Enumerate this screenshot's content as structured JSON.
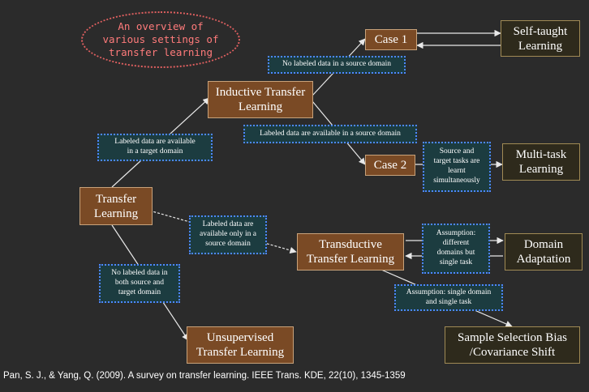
{
  "title": "An overview of\nvarious settings of\ntransfer learning",
  "nodes": {
    "transfer_learning": "Transfer\nLearning",
    "inductive": "Inductive Transfer\nLearning",
    "transductive": "Transductive\nTransfer Learning",
    "unsupervised": "Unsupervised\nTransfer Learning",
    "case1": "Case 1",
    "case2": "Case 2",
    "self_taught": "Self-taught\nLearning",
    "multi_task": "Multi-task\nLearning",
    "domain_adaptation": "Domain\nAdaptation",
    "sample_selection": "Sample Selection Bias\n/Covariance Shift"
  },
  "conditions": {
    "labeled_target": "Labeled data are available\nin a target domain",
    "no_labeled_source": "No labeled data in a source domain",
    "labeled_source": "Labeled data are available in a source domain",
    "source_target_tasks": "Source and\ntarget tasks are\nlearnt\nsimultaneously",
    "labeled_only_source": "Labeled data are\navailable only in a\nsource domain",
    "different_domains": "Assumption:\ndifferent\ndomains but\nsingle task",
    "single_domain": "Assumption: single domain\nand single task",
    "no_labeled_both": "No labeled data in\nboth source and\ntarget domain"
  },
  "citation": "Pan, S. J., & Yang, Q. (2009). A survey on transfer learning. IEEE Trans. KDE, 22(10), 1345-1359",
  "colors": {
    "background": "#2b2b2b",
    "brown_node": "#7a4a25",
    "dark_node": "#2e2a1c",
    "condition_border": "#4f86ff",
    "title_color": "#ff7b7b"
  }
}
